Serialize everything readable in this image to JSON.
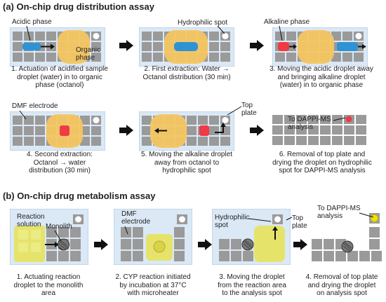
{
  "section_a": {
    "title": "(a) On-chip drug distribution assay",
    "panels": [
      {
        "caption_lines": [
          "1. Actuation of acidified sample",
          "droplet (water) in to organic",
          "phase (octanol)"
        ],
        "labels": {
          "acidic": "Acidic phase",
          "organic": "Organic phase"
        }
      },
      {
        "caption_lines": [
          "2. First extraction: Water →",
          "Octanol distribution (30 min)"
        ],
        "labels": {
          "spot": "Hydrophilic spot"
        }
      },
      {
        "caption_lines": [
          "3. Moving the acidic droplet away",
          "and bringing alkaline droplet",
          "(water) in to organic phase"
        ],
        "labels": {
          "alkaline": "Alkaline phase"
        }
      },
      {
        "caption_lines": [
          "4. Second extraction:",
          "Octanol → water",
          "distribution (30 min)"
        ],
        "labels": {
          "dmf": "DMF electrode"
        }
      },
      {
        "caption_lines": [
          "5. Moving the alkaline droplet",
          "away from octanol to",
          "hydrophilic spot"
        ],
        "labels": {
          "top": "Top plate"
        }
      },
      {
        "caption_lines": [
          "6. Removal of top plate and",
          "drying the droplet on hydrophilic",
          "spot for DAPPI-MS analysis"
        ],
        "labels": {
          "dappi": "To DAPPI-MS analysis"
        }
      }
    ]
  },
  "section_b": {
    "title": "(b) On-chip drug metabolism assay",
    "panels": [
      {
        "caption_lines": [
          "1. Actuating reaction",
          "droplet to the monolith",
          "area"
        ],
        "labels": {
          "reaction": "Reaction solution",
          "monolith": "Monolith"
        }
      },
      {
        "caption_lines": [
          "2. CYP reaction initiated",
          "by incubation at 37°C",
          "with microheater"
        ],
        "labels": {
          "dmf": "DMF electrode"
        }
      },
      {
        "caption_lines": [
          "3. Moving the droplet",
          "from the reaction area",
          "to the analysis spot"
        ],
        "labels": {
          "spot": "Hydrophilic spot",
          "top": "Top plate"
        }
      },
      {
        "caption_lines": [
          "4. Removal of top plate",
          "and drying the droplet",
          "on analysis spot"
        ],
        "labels": {
          "dappi": "To DAPPI-MS analysis"
        }
      }
    ]
  },
  "colors": {
    "chip_bg": "#dbe8f5",
    "chip_border": "#a9c4e0",
    "electrode": "#9a9a9a",
    "octanol": "#f4c661",
    "acidic": "#2f93d3",
    "alkaline": "#ef3b44",
    "reaction": "#e5e36a",
    "dappi_dot": "#f0e300"
  }
}
